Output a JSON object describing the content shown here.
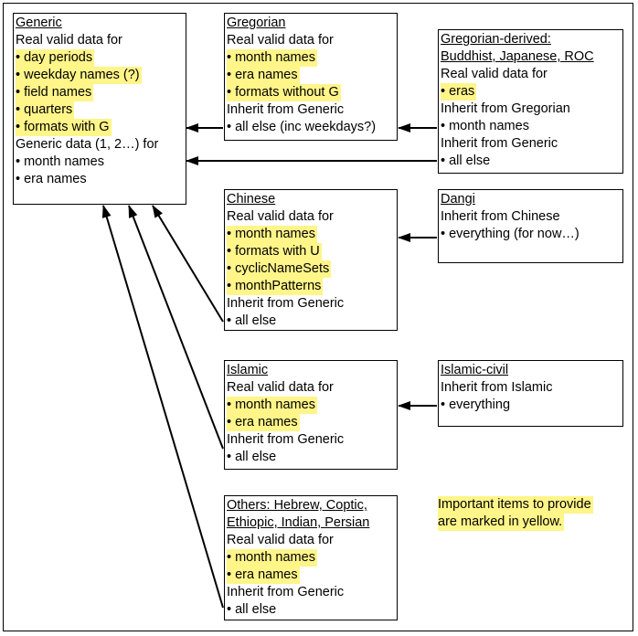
{
  "boxes": {
    "generic": {
      "title": "Generic",
      "lines": [
        {
          "text": "Real valid data for",
          "hl": false
        },
        {
          "text": "• day periods",
          "hl": true
        },
        {
          "text": "• weekday names (?)",
          "hl": true
        },
        {
          "text": "• field names",
          "hl": true
        },
        {
          "text": "• quarters",
          "hl": true
        },
        {
          "text": "• formats with G",
          "hl": true
        },
        {
          "text": "Generic data (1, 2…) for",
          "hl": false
        },
        {
          "text": "• month names",
          "hl": false
        },
        {
          "text": "• era names",
          "hl": false
        }
      ]
    },
    "gregorian": {
      "title": "Gregorian",
      "lines": [
        {
          "text": "Real valid data for",
          "hl": false
        },
        {
          "text": "• month names",
          "hl": true
        },
        {
          "text": "• era names",
          "hl": true
        },
        {
          "text": "• formats without G",
          "hl": true
        },
        {
          "text": "Inherit from Generic",
          "hl": false
        },
        {
          "text": "• all else (inc weekdays?)",
          "hl": false
        }
      ]
    },
    "gregorian_derived": {
      "title_lines": [
        "Gregorian-derived:",
        "Buddhist, Japanese, ROC"
      ],
      "lines": [
        {
          "text": "Real valid data for",
          "hl": false
        },
        {
          "text": "• eras",
          "hl": true
        },
        {
          "text": "Inherit from Gregorian",
          "hl": false
        },
        {
          "text": "• month names",
          "hl": false
        },
        {
          "text": "Inherit from Generic",
          "hl": false
        },
        {
          "text": "• all else",
          "hl": false
        }
      ]
    },
    "chinese": {
      "title": "Chinese",
      "lines": [
        {
          "text": "Real valid data for",
          "hl": false
        },
        {
          "text": "• month names",
          "hl": true
        },
        {
          "text": "• formats with U",
          "hl": true
        },
        {
          "text": "• cyclicNameSets",
          "hl": true
        },
        {
          "text": "• monthPatterns",
          "hl": true
        },
        {
          "text": "Inherit from Generic",
          "hl": false
        },
        {
          "text": "• all else",
          "hl": false
        }
      ]
    },
    "dangi": {
      "title": "Dangi",
      "lines": [
        {
          "text": "Inherit from Chinese",
          "hl": false
        },
        {
          "text": "• everything (for now…)",
          "hl": false
        }
      ]
    },
    "islamic": {
      "title": "Islamic",
      "lines": [
        {
          "text": "Real valid data for",
          "hl": false
        },
        {
          "text": "• month names",
          "hl": true
        },
        {
          "text": "• era names",
          "hl": true
        },
        {
          "text": "Inherit from Generic",
          "hl": false
        },
        {
          "text": "• all else",
          "hl": false
        }
      ]
    },
    "islamic_civil": {
      "title": "Islamic-civil",
      "lines": [
        {
          "text": "Inherit from Islamic",
          "hl": false
        },
        {
          "text": "• everything",
          "hl": false
        }
      ]
    },
    "others": {
      "title_lines": [
        "Others: Hebrew, Coptic,",
        "Ethiopic, Indian, Persian"
      ],
      "lines": [
        {
          "text": "Real valid data for",
          "hl": false
        },
        {
          "text": "• month names",
          "hl": true
        },
        {
          "text": "• era names",
          "hl": true
        },
        {
          "text": "Inherit from Generic",
          "hl": false
        },
        {
          "text": "• all else",
          "hl": false
        }
      ]
    }
  },
  "note": [
    "Important items to provide",
    "are marked in yellow."
  ],
  "colors": {
    "highlight": "#fff589",
    "line": "#000000"
  }
}
